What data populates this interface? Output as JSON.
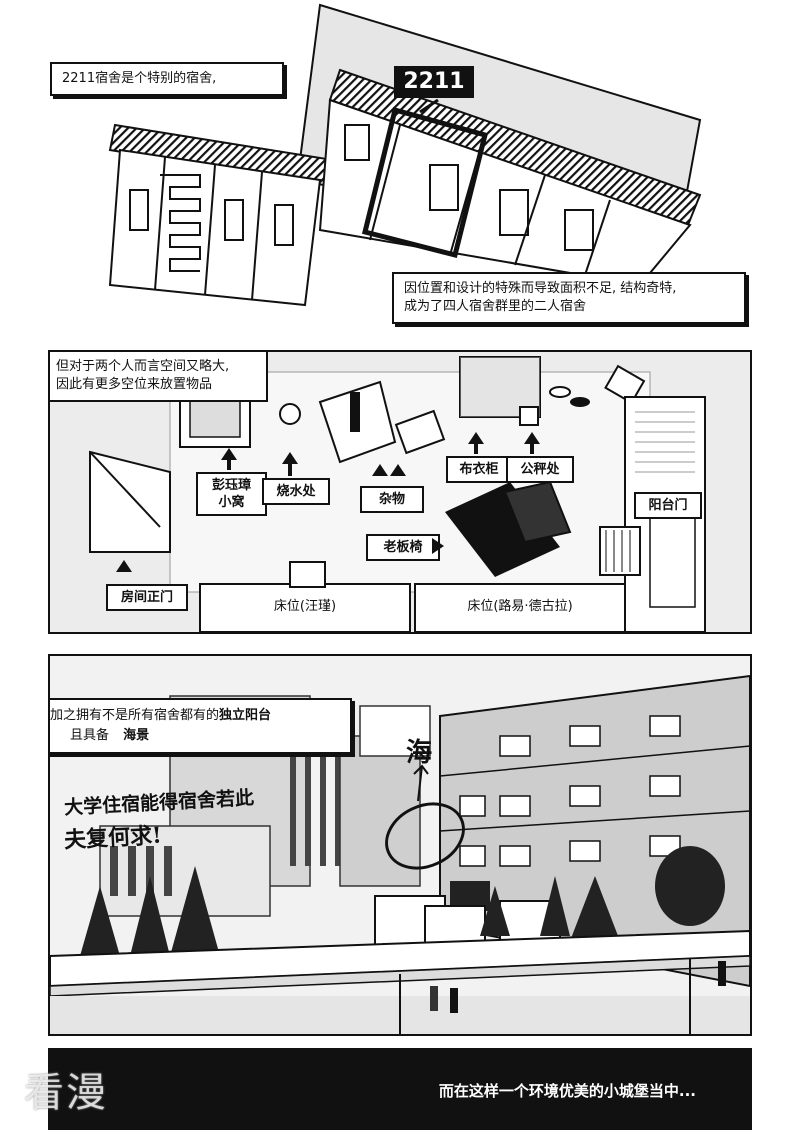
{
  "panel1": {
    "caption": "2211宿舍是个特别的宿舍,",
    "room_tag": "2211",
    "caption2_line1": "因位置和设计的特殊而导致面积不足, 结构奇特,",
    "caption2_line2": "成为了四人宿舍群里的二人宿舍"
  },
  "panel2": {
    "caption_line1": "但对于两个人而言空间又略大,",
    "caption_line2": "因此有更多空位来放置物品",
    "labels": {
      "nook_line1": "彭珏璋",
      "nook_line2": "小窝",
      "kettle": "烧水处",
      "misc": "杂物",
      "wardrobe": "布衣柜",
      "scale": "公秤处",
      "balcony_door": "阳台门",
      "boss_chair": "老板椅",
      "main_door": "房间正门",
      "bed_left": "床位(汪瑾)",
      "bed_right": "床位(路易·德古拉)"
    }
  },
  "panel3": {
    "caption_line1_a": "加之拥有不是所有宿舍都有的",
    "caption_line1_b": "独立阳台",
    "caption_line2_a": "且具备",
    "caption_line2_b": "海景",
    "sea_mark": "海",
    "exclaim_line1": "大学住宿能得宿舍若此",
    "exclaim_line2": "夫复何求!"
  },
  "footer": {
    "watermark": "看漫",
    "narration": "而在这样一个环境优美的小城堡当中..."
  }
}
